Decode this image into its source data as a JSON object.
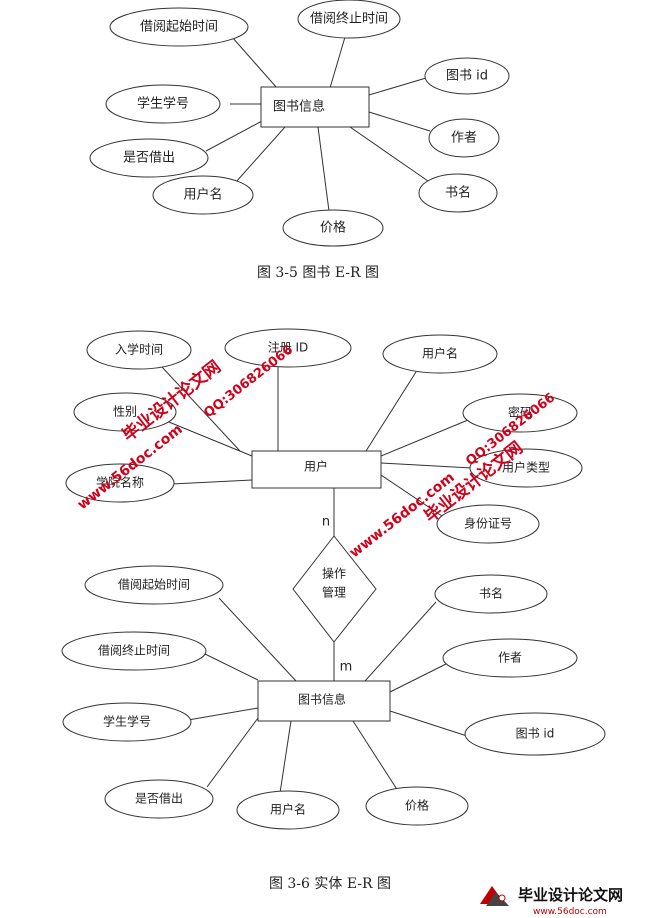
{
  "diagram1": {
    "caption": "图 3-5  图书 E-R 图",
    "entity": "图书信息",
    "attributes": [
      "借阅起始时间",
      "借阅终止时间",
      "图书 id",
      "学生学号",
      "作者",
      "是否借出",
      "书名",
      "用户名",
      "价格"
    ]
  },
  "diagram2": {
    "caption": "图 3-6  实体 E-R 图",
    "user_entity": "用户",
    "user_attributes": [
      "入学时间",
      "注册 ID",
      "用户名",
      "性别",
      "密码",
      "学院名称",
      "用户类型",
      "身份证号"
    ],
    "relationship": [
      "操作",
      "管理"
    ],
    "card_top": "n",
    "card_bottom": "m",
    "book_entity": "图书信息",
    "book_attributes": [
      "借阅起始时间",
      "书名",
      "借阅终止时间",
      "作者",
      "学生学号",
      "图书 id",
      "是否借出",
      "用户名",
      "价格"
    ]
  },
  "watermarks": {
    "site_name": "毕业设计论文网",
    "qq": "QQ:306826066",
    "url": "www.56doc.com"
  },
  "logo": {
    "name": "毕业设计论文网",
    "url": "www.56doc.com"
  },
  "colors": {
    "line": "#333333",
    "watermark": "#d0021b",
    "logo_red": "#c00000"
  }
}
